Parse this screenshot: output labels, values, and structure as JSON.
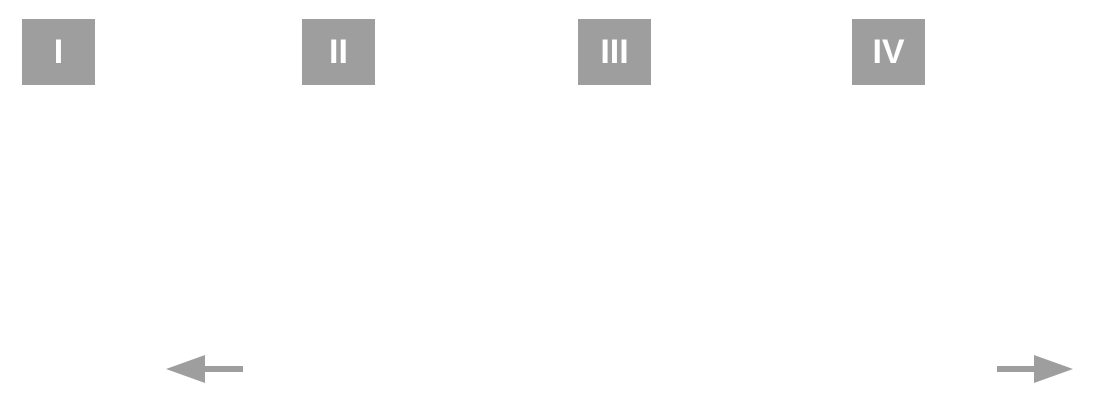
{
  "tiles": [
    {
      "label": "I"
    },
    {
      "label": "II"
    },
    {
      "label": "III"
    },
    {
      "label": "IV"
    }
  ],
  "navigation": {
    "prev_icon": "arrow-left-icon",
    "next_icon": "arrow-right-icon"
  },
  "colors": {
    "tile": "#9e9e9e",
    "arrow": "#9e9e9e"
  }
}
